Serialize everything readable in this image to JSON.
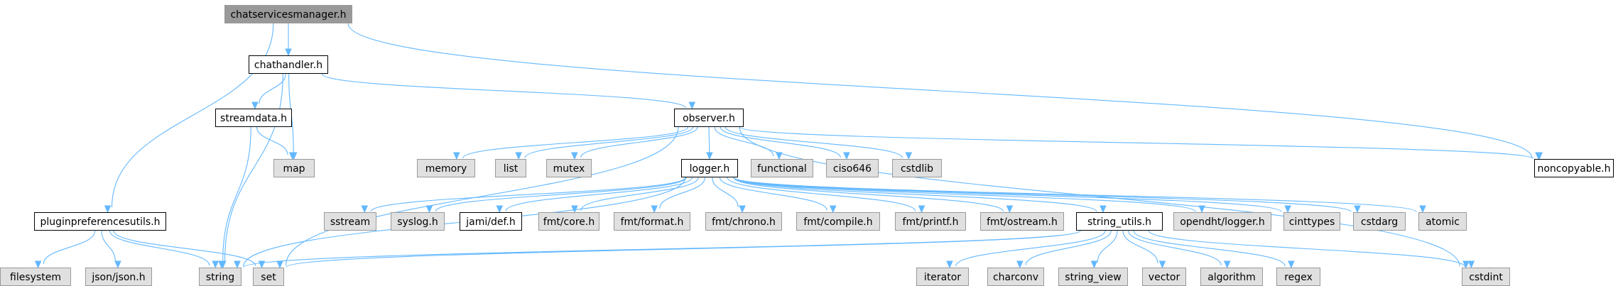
{
  "colors": {
    "edge": "#63b8ff",
    "root_fill": "#999999",
    "local_fill": "#ffffff",
    "system_fill": "#e0e0e0",
    "local_stroke": "#000000",
    "system_stroke": "#999999",
    "text": "#000000"
  },
  "nodes": [
    {
      "id": "chatservicesmanager",
      "label": "chatservicesmanager.h",
      "kind": "root"
    },
    {
      "id": "chathandler",
      "label": "chathandler.h",
      "kind": "local"
    },
    {
      "id": "pluginpreferencesutils",
      "label": "pluginpreferencesutils.h",
      "kind": "local"
    },
    {
      "id": "noncopyable",
      "label": "noncopyable.h",
      "kind": "local"
    },
    {
      "id": "observer",
      "label": "observer.h",
      "kind": "local"
    },
    {
      "id": "streamdata",
      "label": "streamdata.h",
      "kind": "local"
    },
    {
      "id": "map",
      "label": "map",
      "kind": "system"
    },
    {
      "id": "string",
      "label": "string",
      "kind": "system"
    },
    {
      "id": "logger",
      "label": "logger.h",
      "kind": "local"
    },
    {
      "id": "memory",
      "label": "memory",
      "kind": "system"
    },
    {
      "id": "list",
      "label": "list",
      "kind": "system"
    },
    {
      "id": "mutex",
      "label": "mutex",
      "kind": "system"
    },
    {
      "id": "functional",
      "label": "functional",
      "kind": "system"
    },
    {
      "id": "ciso646",
      "label": "ciso646",
      "kind": "system"
    },
    {
      "id": "cstdlib",
      "label": "cstdlib",
      "kind": "system"
    },
    {
      "id": "set",
      "label": "set",
      "kind": "system"
    },
    {
      "id": "cstdint",
      "label": "cstdint",
      "kind": "system"
    },
    {
      "id": "filesystem",
      "label": "filesystem",
      "kind": "system"
    },
    {
      "id": "jsonjson",
      "label": "json/json.h",
      "kind": "system"
    },
    {
      "id": "sstream",
      "label": "sstream",
      "kind": "system"
    },
    {
      "id": "syslog",
      "label": "syslog.h",
      "kind": "system"
    },
    {
      "id": "jamidef",
      "label": "jami/def.h",
      "kind": "local"
    },
    {
      "id": "fmtcore",
      "label": "fmt/core.h",
      "kind": "system"
    },
    {
      "id": "fmtformat",
      "label": "fmt/format.h",
      "kind": "system"
    },
    {
      "id": "fmtchrono",
      "label": "fmt/chrono.h",
      "kind": "system"
    },
    {
      "id": "fmtcompile",
      "label": "fmt/compile.h",
      "kind": "system"
    },
    {
      "id": "fmtprintf",
      "label": "fmt/printf.h",
      "kind": "system"
    },
    {
      "id": "fmtostream",
      "label": "fmt/ostream.h",
      "kind": "system"
    },
    {
      "id": "string_utils",
      "label": "string_utils.h",
      "kind": "local"
    },
    {
      "id": "opendhtlogger",
      "label": "opendht/logger.h",
      "kind": "system"
    },
    {
      "id": "cinttypes",
      "label": "cinttypes",
      "kind": "system"
    },
    {
      "id": "cstdarg",
      "label": "cstdarg",
      "kind": "system"
    },
    {
      "id": "atomic",
      "label": "atomic",
      "kind": "system"
    },
    {
      "id": "iterator",
      "label": "iterator",
      "kind": "system"
    },
    {
      "id": "charconv",
      "label": "charconv",
      "kind": "system"
    },
    {
      "id": "string_view",
      "label": "string_view",
      "kind": "system"
    },
    {
      "id": "vector",
      "label": "vector",
      "kind": "system"
    },
    {
      "id": "algorithm",
      "label": "algorithm",
      "kind": "system"
    },
    {
      "id": "regex",
      "label": "regex",
      "kind": "system"
    }
  ],
  "edges": [
    [
      "chatservicesmanager",
      "chathandler"
    ],
    [
      "chatservicesmanager",
      "pluginpreferencesutils"
    ],
    [
      "chatservicesmanager",
      "noncopyable"
    ],
    [
      "chathandler",
      "streamdata"
    ],
    [
      "chathandler",
      "map"
    ],
    [
      "chathandler",
      "string"
    ],
    [
      "chathandler",
      "observer"
    ],
    [
      "streamdata",
      "map"
    ],
    [
      "streamdata",
      "string"
    ],
    [
      "observer",
      "memory"
    ],
    [
      "observer",
      "list"
    ],
    [
      "observer",
      "mutex"
    ],
    [
      "observer",
      "set"
    ],
    [
      "observer",
      "logger"
    ],
    [
      "observer",
      "functional"
    ],
    [
      "observer",
      "ciso646"
    ],
    [
      "observer",
      "cstdlib"
    ],
    [
      "observer",
      "cstdint"
    ],
    [
      "observer",
      "noncopyable"
    ],
    [
      "pluginpreferencesutils",
      "filesystem"
    ],
    [
      "pluginpreferencesutils",
      "jsonjson"
    ],
    [
      "pluginpreferencesutils",
      "string"
    ],
    [
      "pluginpreferencesutils",
      "set"
    ],
    [
      "logger",
      "string"
    ],
    [
      "logger",
      "sstream"
    ],
    [
      "logger",
      "syslog"
    ],
    [
      "logger",
      "jamidef"
    ],
    [
      "logger",
      "fmtcore"
    ],
    [
      "logger",
      "fmtformat"
    ],
    [
      "logger",
      "fmtchrono"
    ],
    [
      "logger",
      "fmtcompile"
    ],
    [
      "logger",
      "fmtprintf"
    ],
    [
      "logger",
      "fmtostream"
    ],
    [
      "logger",
      "string_utils"
    ],
    [
      "logger",
      "opendhtlogger"
    ],
    [
      "logger",
      "cinttypes"
    ],
    [
      "logger",
      "cstdarg"
    ],
    [
      "logger",
      "atomic"
    ],
    [
      "string_utils",
      "set"
    ],
    [
      "string_utils",
      "string"
    ],
    [
      "string_utils",
      "iterator"
    ],
    [
      "string_utils",
      "charconv"
    ],
    [
      "string_utils",
      "string_view"
    ],
    [
      "string_utils",
      "vector"
    ],
    [
      "string_utils",
      "algorithm"
    ],
    [
      "string_utils",
      "regex"
    ],
    [
      "string_utils",
      "cstdint"
    ]
  ]
}
